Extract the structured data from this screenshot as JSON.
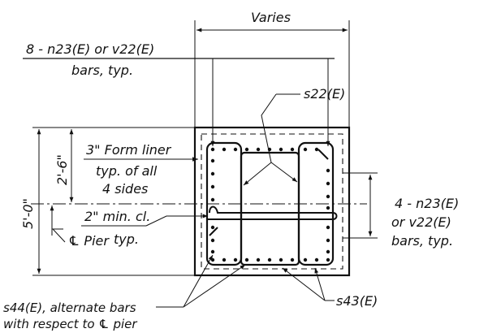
{
  "drawing": {
    "labels": {
      "varies": "Varies",
      "top_bars_line1": "8 - n23(E) or v22(E)",
      "top_bars_line2": "bars, typ.",
      "s22": "s22(E)",
      "dim_5_0": "5'-0\"",
      "dim_2_6": "2'-6\"",
      "form_liner_line1": "3\" Form liner",
      "form_liner_line2": "typ. of all",
      "form_liner_line3": "4 sides",
      "min_clear_line1": "2\" min. cl.",
      "min_clear_line2": "typ.",
      "pier_cl": "℄ Pier",
      "right_bars_line1": "4 - n23(E)",
      "right_bars_line2": "or v22(E)",
      "right_bars_line3": "bars, typ.",
      "s44_line1": "s44(E), alternate bars",
      "s44_line2": "with respect to ℄ pier",
      "s43": "s43(E)"
    }
  }
}
